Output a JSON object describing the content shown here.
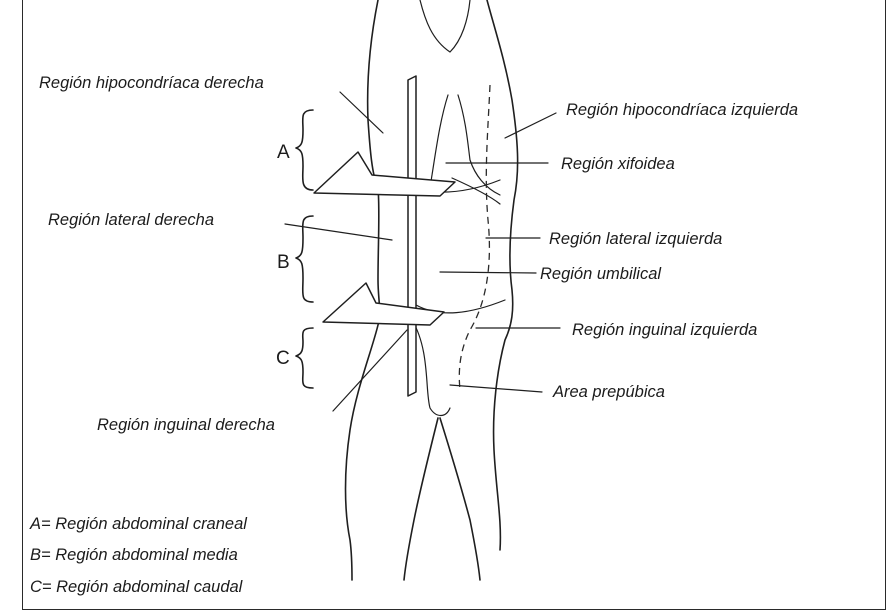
{
  "labels": {
    "hipo_der": "Región hipocondríaca derecha",
    "hipo_izq": "Región hipocondríaca izquierda",
    "xifoidea": "Región xifoidea",
    "lateral_der": "Región lateral derecha",
    "lateral_izq": "Región lateral izquierda",
    "umbilical": "Región umbilical",
    "inguinal_izq": "Región inguinal izquierda",
    "prepubica": "Area prepúbica",
    "inguinal_der": "Región inguinal derecha"
  },
  "brackets": {
    "a": "A",
    "b": "B",
    "c": "C"
  },
  "legend": {
    "a": "A= Región abdominal craneal",
    "b": "B= Región abdominal media",
    "c": "C= Región abdominal caudal"
  }
}
